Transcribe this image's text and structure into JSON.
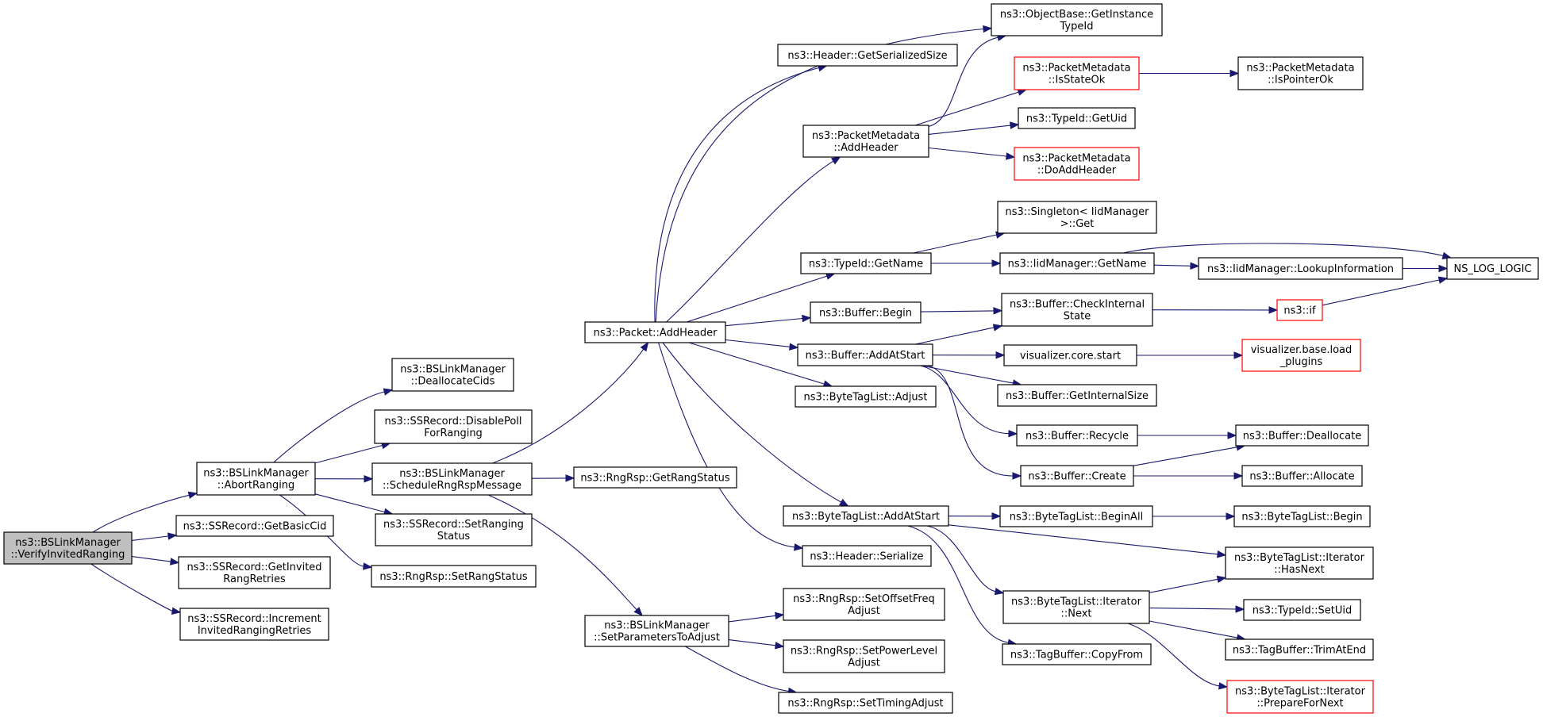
{
  "colors": {
    "edge": "#191970",
    "border_default": "#000000",
    "border_truncated": "#ff0000",
    "fill_root": "#bfbfbf",
    "fill_default": "#ffffff"
  },
  "nodes": [
    {
      "id": "root",
      "lines": [
        "ns3::BSLinkManager",
        "::VerifyInvitedRanging"
      ],
      "style": "root"
    },
    {
      "id": "abort",
      "lines": [
        "ns3::BSLinkManager",
        "::AbortRanging"
      ],
      "style": "default"
    },
    {
      "id": "getbasiccid",
      "lines": [
        "ns3::SSRecord::GetBasicCid"
      ],
      "style": "default"
    },
    {
      "id": "getinvited",
      "lines": [
        "ns3::SSRecord::GetInvited",
        "RangRetries"
      ],
      "style": "default"
    },
    {
      "id": "increment",
      "lines": [
        "ns3::SSRecord::Increment",
        "InvitedRangingRetries"
      ],
      "style": "default"
    },
    {
      "id": "dealloccids",
      "lines": [
        "ns3::BSLinkManager",
        "::DeallocateCids"
      ],
      "style": "default"
    },
    {
      "id": "disablepoll",
      "lines": [
        "ns3::SSRecord::DisablePoll",
        "ForRanging"
      ],
      "style": "default"
    },
    {
      "id": "schedule",
      "lines": [
        "ns3::BSLinkManager",
        "::ScheduleRngRspMessage"
      ],
      "style": "default"
    },
    {
      "id": "setrangingstatus",
      "lines": [
        "ns3::SSRecord::SetRanging",
        "Status"
      ],
      "style": "default"
    },
    {
      "id": "setrangstatus",
      "lines": [
        "ns3::RngRsp::SetRangStatus"
      ],
      "style": "default"
    },
    {
      "id": "packetaddheader",
      "lines": [
        "ns3::Packet::AddHeader"
      ],
      "style": "default"
    },
    {
      "id": "getrangstatus",
      "lines": [
        "ns3::RngRsp::GetRangStatus"
      ],
      "style": "default"
    },
    {
      "id": "setparams",
      "lines": [
        "ns3::BSLinkManager",
        "::SetParametersToAdjust"
      ],
      "style": "default"
    },
    {
      "id": "headerserialsize",
      "lines": [
        "ns3::Header::GetSerializedSize"
      ],
      "style": "default"
    },
    {
      "id": "pmaddheader",
      "lines": [
        "ns3::PacketMetadata",
        "::AddHeader"
      ],
      "style": "default"
    },
    {
      "id": "typeidgetname",
      "lines": [
        "ns3::TypeId::GetName"
      ],
      "style": "default"
    },
    {
      "id": "bufferbegin",
      "lines": [
        "ns3::Buffer::Begin"
      ],
      "style": "default"
    },
    {
      "id": "bufferaddatstart",
      "lines": [
        "ns3::Buffer::AddAtStart"
      ],
      "style": "default"
    },
    {
      "id": "btladjust",
      "lines": [
        "ns3::ByteTagList::Adjust"
      ],
      "style": "default"
    },
    {
      "id": "btladdatstart",
      "lines": [
        "ns3::ByteTagList::AddAtStart"
      ],
      "style": "default"
    },
    {
      "id": "headerserialize",
      "lines": [
        "ns3::Header::Serialize"
      ],
      "style": "default"
    },
    {
      "id": "setoffset",
      "lines": [
        "ns3::RngRsp::SetOffsetFreq",
        "Adjust"
      ],
      "style": "default"
    },
    {
      "id": "setpower",
      "lines": [
        "ns3::RngRsp::SetPowerLevel",
        "Adjust"
      ],
      "style": "default"
    },
    {
      "id": "settiming",
      "lines": [
        "ns3::RngRsp::SetTimingAdjust"
      ],
      "style": "default"
    },
    {
      "id": "objgetinstance",
      "lines": [
        "ns3::ObjectBase::GetInstance",
        "TypeId"
      ],
      "style": "default"
    },
    {
      "id": "pmisstateok",
      "lines": [
        "ns3::PacketMetadata",
        "::IsStateOk"
      ],
      "style": "truncated"
    },
    {
      "id": "typeidgetuid",
      "lines": [
        "ns3::TypeId::GetUid"
      ],
      "style": "default"
    },
    {
      "id": "pmdoaddheader",
      "lines": [
        "ns3::PacketMetadata",
        "::DoAddHeader"
      ],
      "style": "truncated"
    },
    {
      "id": "singletonget",
      "lines": [
        "ns3::Singleton< IidManager",
        ">::Get"
      ],
      "style": "default"
    },
    {
      "id": "iidgetname",
      "lines": [
        "ns3::IidManager::GetName"
      ],
      "style": "default"
    },
    {
      "id": "checkinternal",
      "lines": [
        "ns3::Buffer::CheckInternal",
        "State"
      ],
      "style": "default"
    },
    {
      "id": "vizcorestart",
      "lines": [
        "visualizer.core.start"
      ],
      "style": "default"
    },
    {
      "id": "getinternalsize",
      "lines": [
        "ns3::Buffer::GetInternalSize"
      ],
      "style": "default"
    },
    {
      "id": "bufferrecycle",
      "lines": [
        "ns3::Buffer::Recycle"
      ],
      "style": "default"
    },
    {
      "id": "buffercreate",
      "lines": [
        "ns3::Buffer::Create"
      ],
      "style": "default"
    },
    {
      "id": "btlbeginall",
      "lines": [
        "ns3::ByteTagList::BeginAll"
      ],
      "style": "default"
    },
    {
      "id": "itnext",
      "lines": [
        "ns3::ByteTagList::Iterator",
        "::Next"
      ],
      "style": "default"
    },
    {
      "id": "copyfrom",
      "lines": [
        "ns3::TagBuffer::CopyFrom"
      ],
      "style": "default"
    },
    {
      "id": "pmispointerok",
      "lines": [
        "ns3::PacketMetadata",
        "::IsPointerOk"
      ],
      "style": "default"
    },
    {
      "id": "lookupinfo",
      "lines": [
        "ns3::IidManager::LookupInformation"
      ],
      "style": "default"
    },
    {
      "id": "nslog",
      "lines": [
        "NS_LOG_LOGIC"
      ],
      "style": "default"
    },
    {
      "id": "ns3if",
      "lines": [
        "ns3::if"
      ],
      "style": "truncated"
    },
    {
      "id": "vizload",
      "lines": [
        "visualizer.base.load",
        "_plugins"
      ],
      "style": "truncated"
    },
    {
      "id": "bufferdealloc",
      "lines": [
        "ns3::Buffer::Deallocate"
      ],
      "style": "default"
    },
    {
      "id": "bufferalloc",
      "lines": [
        "ns3::Buffer::Allocate"
      ],
      "style": "default"
    },
    {
      "id": "btlbegin",
      "lines": [
        "ns3::ByteTagList::Begin"
      ],
      "style": "default"
    },
    {
      "id": "ithasnext",
      "lines": [
        "ns3::ByteTagList::Iterator",
        "::HasNext"
      ],
      "style": "default"
    },
    {
      "id": "setuid",
      "lines": [
        "ns3::TypeId::SetUid"
      ],
      "style": "default"
    },
    {
      "id": "trimatend",
      "lines": [
        "ns3::TagBuffer::TrimAtEnd"
      ],
      "style": "default"
    },
    {
      "id": "prepnext",
      "lines": [
        "ns3::ByteTagList::Iterator",
        "::PrepareForNext"
      ],
      "style": "truncated"
    }
  ],
  "edges": [
    {
      "from": "root",
      "to": "abort"
    },
    {
      "from": "root",
      "to": "getbasiccid"
    },
    {
      "from": "root",
      "to": "getinvited"
    },
    {
      "from": "root",
      "to": "increment"
    },
    {
      "from": "abort",
      "to": "dealloccids"
    },
    {
      "from": "abort",
      "to": "disablepoll"
    },
    {
      "from": "abort",
      "to": "schedule"
    },
    {
      "from": "abort",
      "to": "setrangingstatus"
    },
    {
      "from": "abort",
      "to": "setrangstatus"
    },
    {
      "from": "schedule",
      "to": "packetaddheader"
    },
    {
      "from": "schedule",
      "to": "getrangstatus"
    },
    {
      "from": "schedule",
      "to": "setparams"
    },
    {
      "from": "setparams",
      "to": "setoffset"
    },
    {
      "from": "setparams",
      "to": "setpower"
    },
    {
      "from": "setparams",
      "to": "settiming"
    },
    {
      "from": "packetaddheader",
      "to": "headerserialsize"
    },
    {
      "from": "packetaddheader",
      "to": "objgetinstance"
    },
    {
      "from": "packetaddheader",
      "to": "pmaddheader"
    },
    {
      "from": "packetaddheader",
      "to": "typeidgetname"
    },
    {
      "from": "packetaddheader",
      "to": "bufferbegin"
    },
    {
      "from": "packetaddheader",
      "to": "bufferaddatstart"
    },
    {
      "from": "packetaddheader",
      "to": "btladjust"
    },
    {
      "from": "packetaddheader",
      "to": "btladdatstart"
    },
    {
      "from": "packetaddheader",
      "to": "headerserialize"
    },
    {
      "from": "pmaddheader",
      "to": "objgetinstance"
    },
    {
      "from": "pmaddheader",
      "to": "pmisstateok"
    },
    {
      "from": "pmaddheader",
      "to": "typeidgetuid"
    },
    {
      "from": "pmaddheader",
      "to": "pmdoaddheader"
    },
    {
      "from": "pmisstateok",
      "to": "pmispointerok"
    },
    {
      "from": "typeidgetname",
      "to": "singletonget"
    },
    {
      "from": "typeidgetname",
      "to": "iidgetname"
    },
    {
      "from": "iidgetname",
      "to": "lookupinfo"
    },
    {
      "from": "iidgetname",
      "to": "nslog"
    },
    {
      "from": "lookupinfo",
      "to": "nslog"
    },
    {
      "from": "bufferbegin",
      "to": "checkinternal"
    },
    {
      "from": "bufferaddatstart",
      "to": "checkinternal"
    },
    {
      "from": "bufferaddatstart",
      "to": "vizcorestart"
    },
    {
      "from": "bufferaddatstart",
      "to": "getinternalsize"
    },
    {
      "from": "bufferaddatstart",
      "to": "bufferrecycle"
    },
    {
      "from": "bufferaddatstart",
      "to": "buffercreate"
    },
    {
      "from": "checkinternal",
      "to": "ns3if"
    },
    {
      "from": "ns3if",
      "to": "nslog"
    },
    {
      "from": "vizcorestart",
      "to": "vizload"
    },
    {
      "from": "bufferrecycle",
      "to": "bufferdealloc"
    },
    {
      "from": "buffercreate",
      "to": "bufferdealloc"
    },
    {
      "from": "buffercreate",
      "to": "bufferalloc"
    },
    {
      "from": "btladdatstart",
      "to": "btlbeginall"
    },
    {
      "from": "btladdatstart",
      "to": "ithasnext"
    },
    {
      "from": "btladdatstart",
      "to": "itnext"
    },
    {
      "from": "btladdatstart",
      "to": "copyfrom"
    },
    {
      "from": "btlbeginall",
      "to": "btlbegin"
    },
    {
      "from": "itnext",
      "to": "ithasnext"
    },
    {
      "from": "itnext",
      "to": "setuid"
    },
    {
      "from": "itnext",
      "to": "trimatend"
    },
    {
      "from": "itnext",
      "to": "prepnext"
    }
  ]
}
